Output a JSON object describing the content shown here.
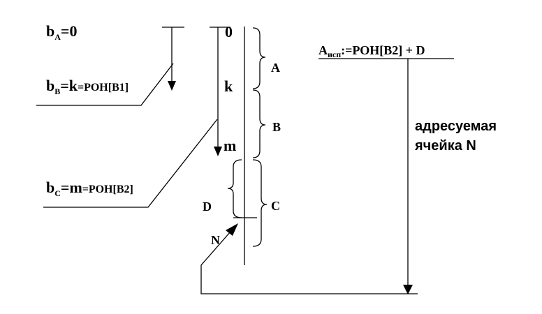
{
  "base_labels": {
    "a": {
      "prefix": "b",
      "sub": "A",
      "text": "=0"
    },
    "b": {
      "prefix": "b",
      "sub": "B",
      "text": "=k",
      "suffix": "=РОН[В1]"
    },
    "c": {
      "prefix": "b",
      "sub": "C",
      "text": "=m",
      "suffix": "=РОН[В2]"
    }
  },
  "formula": {
    "prefix": "A",
    "sub": "исп",
    "text": ":=РОН[В2] + D"
  },
  "axis_marks": {
    "zero": "0",
    "k": "k",
    "m": "m"
  },
  "segments": {
    "a": "A",
    "b": "B",
    "c": "C",
    "d": "D",
    "n": "N"
  },
  "annotation": {
    "line1": "адресуемая",
    "line2": "ячейка N"
  }
}
